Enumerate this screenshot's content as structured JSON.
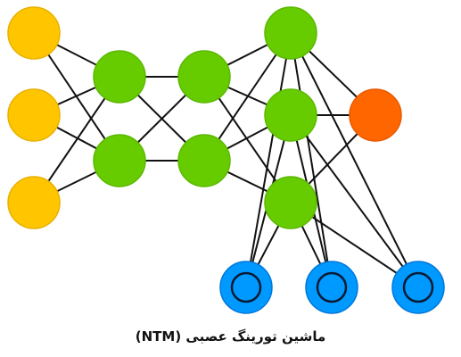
{
  "caption": "ماشین تورینگ عصبی (NTM)",
  "colors": {
    "input": "#FFC600",
    "input_stroke": "#E8B000",
    "hidden": "#66CC00",
    "hidden_stroke": "#5BB800",
    "output": "#FF6600",
    "output_stroke": "#E85A00",
    "memory": "#0099FF",
    "memory_stroke": "#0077D9",
    "edge": "#111111"
  },
  "layers": [
    {
      "name": "input",
      "node_count": 3
    },
    {
      "name": "hidden-1",
      "node_count": 2
    },
    {
      "name": "hidden-2",
      "node_count": 2
    },
    {
      "name": "hidden-3",
      "node_count": 3
    },
    {
      "name": "output",
      "node_count": 1
    },
    {
      "name": "memory",
      "node_count": 3
    }
  ]
}
